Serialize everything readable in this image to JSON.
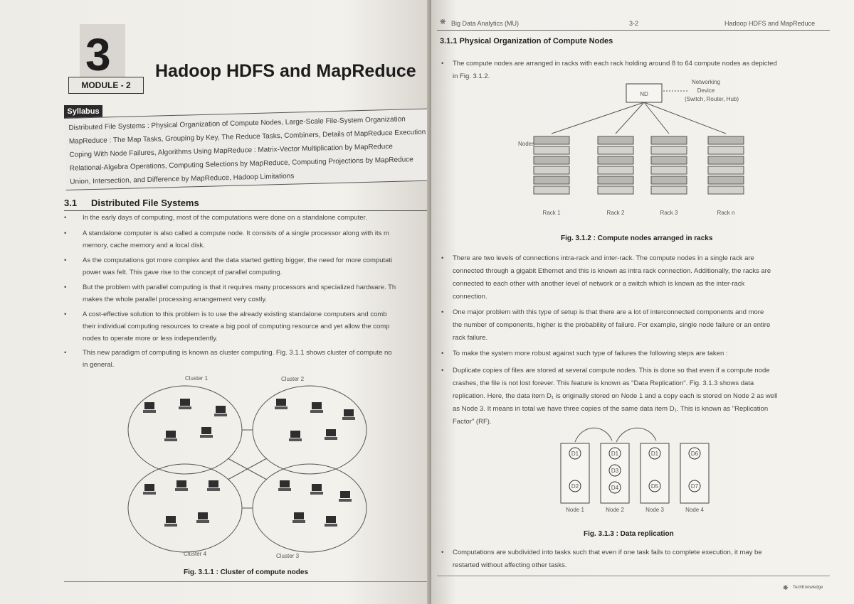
{
  "left": {
    "chapter_number": "3",
    "module_label": "MODULE - 2",
    "chapter_title": "Hadoop HDFS and MapReduce",
    "syllabus_label": "Syllabus",
    "syllabus_lines": [
      "Distributed File Systems : Physical Organization of Compute Nodes, Large-Scale File-System Organization",
      "MapReduce : The Map Tasks, Grouping by Key, The Reduce Tasks, Combiners, Details of MapReduce Execution",
      "Coping With Node Failures, Algorithms Using MapReduce : Matrix-Vector Multiplication by MapReduce",
      "Relational-Algebra Operations, Computing Selections by MapReduce, Computing Projections by MapReduce",
      "Union, Intersection, and Difference by MapReduce, Hadoop Limitations"
    ],
    "section_number": "3.1",
    "section_title": "Distributed File Systems",
    "bullets": [
      [
        "In the early days of computing, most of the computations were done on a standalone computer."
      ],
      [
        "A standalone computer is also called a compute node. It consists of a single processor along with its m",
        "memory, cache memory and a local disk."
      ],
      [
        "As the computations got more complex and the data started getting bigger, the need for more computati",
        "power was felt. This gave rise to the concept of parallel computing."
      ],
      [
        "But the problem with parallel computing is that it requires many processors and specialized hardware. Th",
        "makes the whole parallel processing arrangement very costly."
      ],
      [
        "A cost-effective solution to this problem is to use the already existing standalone computers and comb",
        "their individual computing resources to create a big pool of computing resource and yet allow the comp",
        "nodes to operate more or less independently."
      ],
      [
        "This new paradigm of computing is known as cluster computing. Fig. 3.1.1 shows cluster of compute no",
        "in general."
      ]
    ],
    "cluster_labels": [
      "Cluster 1",
      "Cluster 2",
      "Cluster 4",
      "Cluster 3"
    ],
    "figure_caption": "Fig. 3.1.1 : Cluster of compute nodes"
  },
  "right": {
    "header_left": "Big Data Analytics (MU)",
    "header_page": "3-2",
    "header_right": "Hadoop HDFS and MapReduce",
    "subsection": "3.1.1   Physical Organization of Compute Nodes",
    "para1": [
      "The compute nodes are arranged in racks with each rack holding around 8 to 64 compute nodes as depicted",
      "in Fig. 3.1.2."
    ],
    "fig2": {
      "nd_label": "ND",
      "network_label": [
        "Networking",
        "Device",
        "(Switch, Router, Hub)"
      ],
      "nodes_label": "Nodes",
      "racks": [
        "Rack 1",
        "Rack 2",
        "Rack 3",
        "Rack n"
      ],
      "caption": "Fig. 3.1.2 : Compute nodes arranged in racks"
    },
    "para2": [
      "There are two levels of connections intra-rack and inter-rack. The compute nodes in a single rack are",
      "connected through a gigabit Ethernet and this is known as intra rack connection. Additionally, the racks are",
      "connected to each other with another level of network or a switch which is known as the inter-rack",
      "connection."
    ],
    "para3": [
      "One major problem with this type of setup is that there are a lot of interconnected components and more",
      "the number of components, higher is the probability of failure. For example, single node failure or an entire",
      "rack failure."
    ],
    "para4": [
      "To make the system more robust against such type of failures the following steps are taken :"
    ],
    "para5": [
      "Duplicate copies of files are stored at several compute nodes. This is done so that even if a compute node",
      "crashes, the file is not lost forever. This feature is known as \"Data Replication\". Fig. 3.1.3 shows data",
      "replication. Here, the data item D₁ is originally stored on Node 1 and a copy each is stored on Node 2 as well",
      "as Node 3. It means in total we have three copies of the same data item D₁. This is known as \"Replication",
      "Factor\" (RF)."
    ],
    "fig3": {
      "nodes": [
        {
          "label": "Node 1",
          "items": [
            "D1",
            "D2"
          ]
        },
        {
          "label": "Node 2",
          "items": [
            "D1",
            "D3",
            "D4"
          ]
        },
        {
          "label": "Node 3",
          "items": [
            "D1",
            "D5"
          ]
        },
        {
          "label": "Node 4",
          "items": [
            "D6",
            "D7"
          ]
        }
      ],
      "caption": "Fig. 3.1.3 : Data replication"
    },
    "para6": [
      "Computations are subdivided into tasks such that even if one task fails to complete execution, it may be",
      "restarted without affecting other tasks."
    ],
    "footer_logo": "TechKnowledge"
  }
}
